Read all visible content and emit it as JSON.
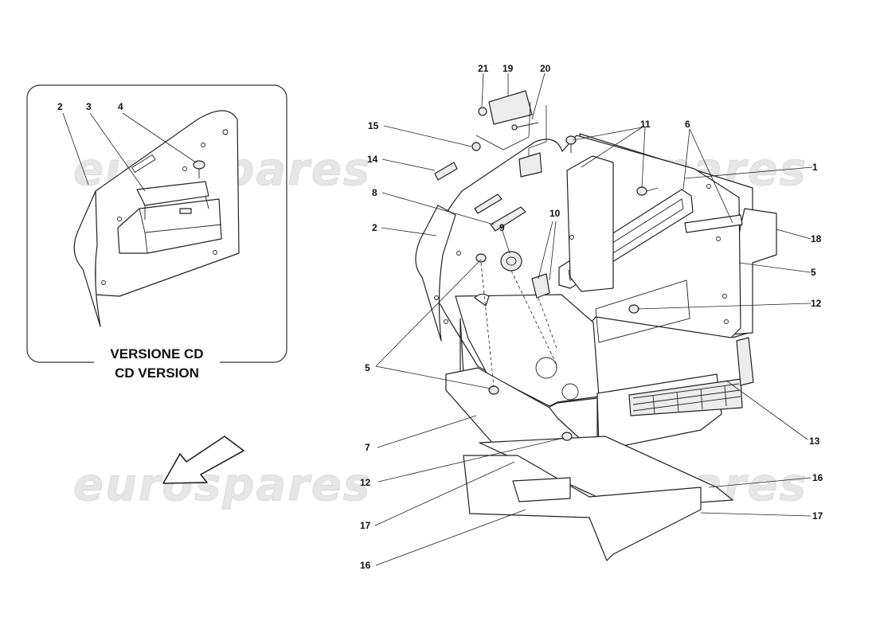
{
  "watermarks": [
    "eurospares",
    "eurospares",
    "eurospares",
    "eurospares"
  ],
  "inset": {
    "caption_line1": "VERSIONE CD",
    "caption_line2": "CD VERSION",
    "callouts": [
      "2",
      "3",
      "4"
    ]
  },
  "callouts": {
    "c21": "21",
    "c19": "19",
    "c20": "20",
    "c15": "15",
    "c14": "14",
    "c8": "8",
    "c2": "2",
    "c9": "9",
    "c10": "10",
    "c11": "11",
    "c6": "6",
    "c1": "1",
    "c18": "18",
    "c5a": "5",
    "c12a": "12",
    "c5b": "5",
    "c13": "13",
    "c7": "7",
    "c12b": "12",
    "c16a": "16",
    "c17a": "17",
    "c17b": "17",
    "c16b": "16"
  }
}
